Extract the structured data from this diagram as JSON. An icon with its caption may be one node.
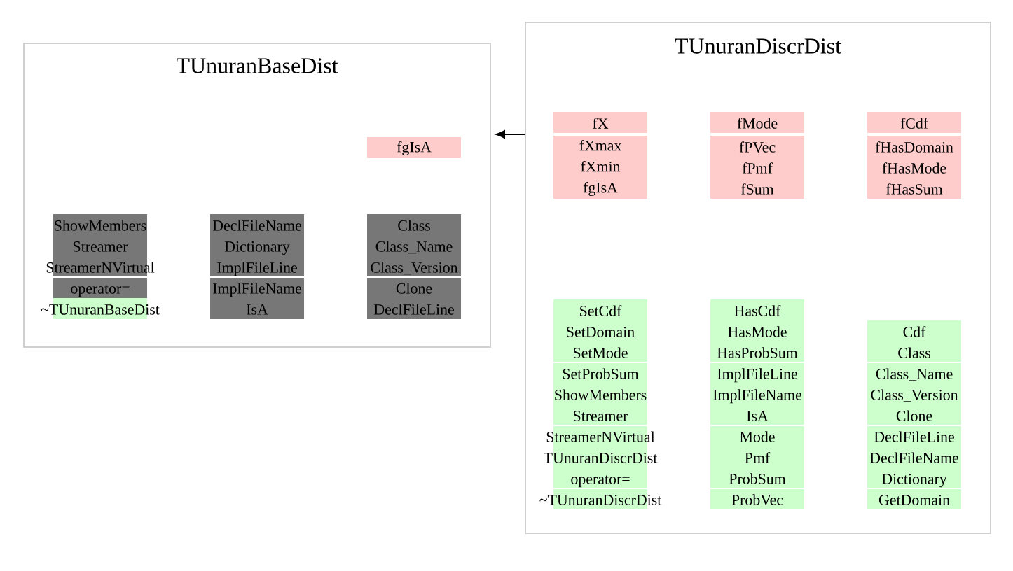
{
  "diagram": {
    "nodes": [
      {
        "text": [
          "TUnuranBaseDist"
        ]
      },
      {
        "text": [
          "fgIsA"
        ],
        "in": 0
      },
      {
        "text": [
          "ShowMembers",
          "Streamer",
          "StreamerNVirtual",
          "operator=",
          "~TUnuranBaseDist"
        ],
        "in": 0
      },
      {
        "text": [
          "DeclFileName",
          "Dictionary",
          "ImplFileLine",
          "ImplFileName",
          "IsA"
        ],
        "in": 0
      },
      {
        "text": [
          "Class",
          "Class_Name",
          "Class_Version",
          "Clone",
          "DeclFileLine"
        ],
        "in": 0
      },
      {
        "text": [
          "TUnuranDiscrDist"
        ]
      },
      {
        "text": [
          "fX"
        ],
        "in": 5
      },
      {
        "text": [
          "fMode"
        ],
        "in": 5
      },
      {
        "text": [
          "fCdf"
        ],
        "in": 5
      },
      {
        "text": [
          "fXmax",
          "fXmin",
          "fgIsA"
        ],
        "in": 5
      },
      {
        "text": [
          "fPVec",
          "fPmf",
          "fSum"
        ],
        "in": 5
      },
      {
        "text": [
          "fHasDomain",
          "fHasMode",
          "fHasSum"
        ],
        "in": 5
      },
      {
        "text": [
          "SetCdf",
          "SetDomain",
          "SetMode",
          "SetProbSum",
          "ShowMembers",
          "Streamer",
          "StreamerNVirtual",
          "TUnuranDiscrDist",
          "operator=",
          "~TUnuranDiscrDist"
        ],
        "in": 5
      },
      {
        "text": [
          "HasCdf",
          "HasMode",
          "HasProbSum",
          "ImplFileLine",
          "ImplFileName",
          "IsA",
          "Mode",
          "Pmf",
          "ProbSum",
          "ProbVec"
        ],
        "in": 5
      },
      {
        "text": [
          "Cdf",
          "Class",
          "Class_Name",
          "Class_Version",
          "Clone",
          "DeclFileLine",
          "DeclFileName",
          "Dictionary",
          "GetDomain"
        ],
        "in": 5
      }
    ],
    "edges": [
      {
        "from": 5,
        "to": 0,
        "arrow": "to"
      }
    ]
  }
}
